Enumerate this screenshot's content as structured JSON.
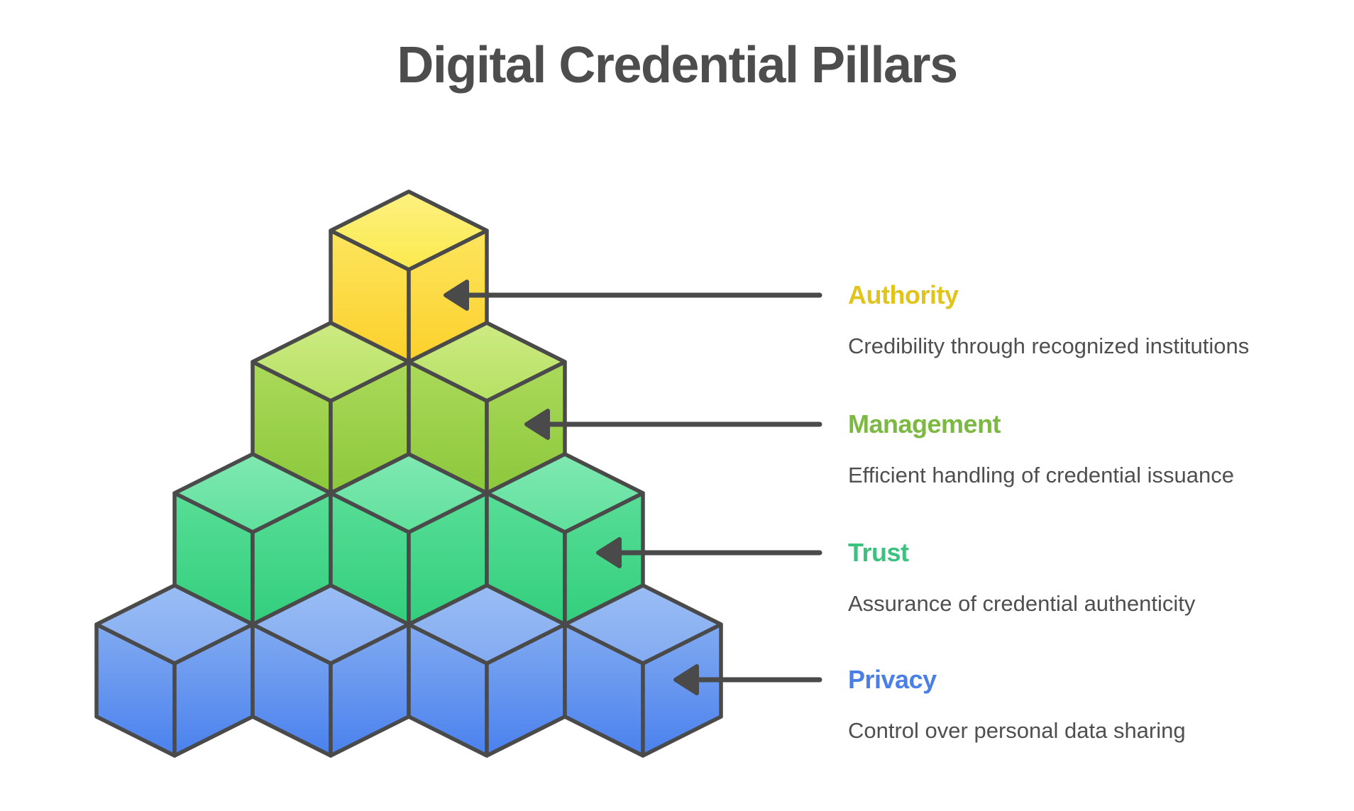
{
  "title": "Digital Credential Pillars",
  "colors": {
    "background": "#ffffff",
    "outline": "#4a4a4a",
    "title": "#4d4d4d",
    "description": "#4f4f4f"
  },
  "pillars": [
    {
      "id": "authority",
      "label": "Authority",
      "description": "Credibility through recognized institutions",
      "color": "#e0c41c",
      "cubes": 1,
      "cube_colors": {
        "top": [
          "#fdf180",
          "#fce94e"
        ],
        "side": [
          "#fde55e",
          "#fcd02b"
        ]
      }
    },
    {
      "id": "management",
      "label": "Management",
      "description": "Efficient handling of credential issuance",
      "color": "#7cb942",
      "cubes": 2,
      "cube_colors": {
        "top": [
          "#cdea82",
          "#b6e164"
        ],
        "side": [
          "#abd95a",
          "#8cc83c"
        ]
      }
    },
    {
      "id": "trust",
      "label": "Trust",
      "description": "Assurance of credential authenticity",
      "color": "#3bc27e",
      "cubes": 3,
      "cube_colors": {
        "top": [
          "#80e9b2",
          "#60e09c"
        ],
        "side": [
          "#58dd97",
          "#32cf7d"
        ]
      }
    },
    {
      "id": "privacy",
      "label": "Privacy",
      "description": "Control over personal data sharing",
      "color": "#4a80e6",
      "cubes": 4,
      "cube_colors": {
        "top": [
          "#9abdf4",
          "#83abf1"
        ],
        "side": [
          "#81aaf0",
          "#4a81ee"
        ]
      }
    }
  ]
}
